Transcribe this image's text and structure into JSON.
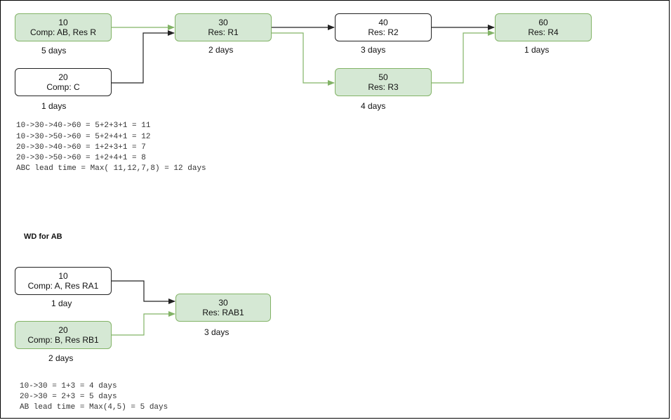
{
  "diagram1": {
    "nodes": [
      {
        "id": "10",
        "line2": "Comp: AB, Res R",
        "duration": "5 days"
      },
      {
        "id": "20",
        "line2": "Comp: C",
        "duration": "1 days"
      },
      {
        "id": "30",
        "line2": "Res: R1",
        "duration": "2 days"
      },
      {
        "id": "40",
        "line2": "Res: R2",
        "duration": "3 days"
      },
      {
        "id": "50",
        "line2": "Res: R3",
        "duration": "4 days"
      },
      {
        "id": "60",
        "line2": "Res: R4",
        "duration": "1 days"
      }
    ],
    "calc": [
      "10->30->40->60 = 5+2+3+1 = 11",
      "10->30->50->60 = 5+2+4+1 = 12",
      "20->30->40->60 = 1+2+3+1 = 7",
      "20->30->50->60 = 1+2+4+1 = 8",
      "ABC lead time = Max( 11,12,7,8) = 12 days"
    ]
  },
  "diagram2": {
    "heading": "WD for AB",
    "nodes": [
      {
        "id": "10",
        "line2": "Comp: A, Res RA1",
        "duration": "1 day"
      },
      {
        "id": "20",
        "line2": "Comp: B, Res RB1",
        "duration": "2 days"
      },
      {
        "id": "30",
        "line2": "Res: RAB1",
        "duration": "3 days"
      }
    ],
    "calc": [
      "10->30 = 1+3 = 4 days",
      "20->30 = 2+3 = 5 days",
      "AB lead time = Max(4,5) = 5 days"
    ]
  },
  "colors": {
    "green_fill": "#d5e8d4",
    "green_stroke": "#82b366",
    "black_stroke": "#222222"
  }
}
